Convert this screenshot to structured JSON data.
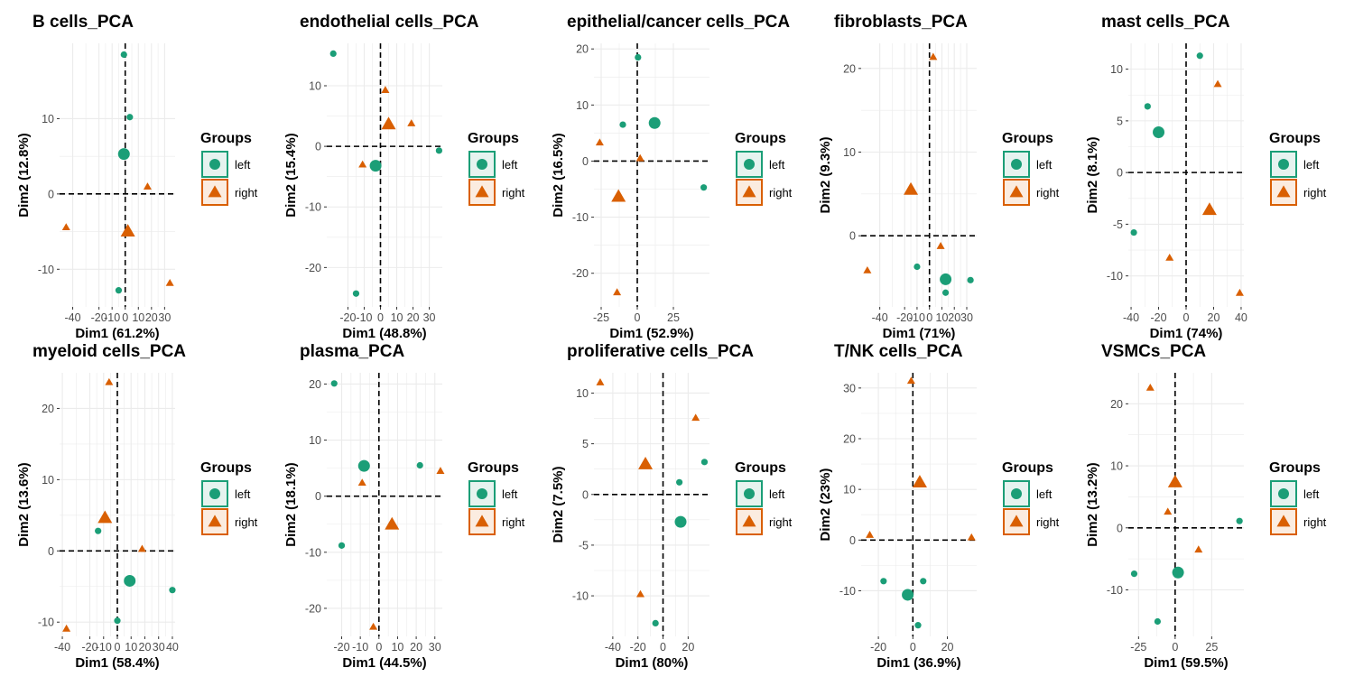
{
  "colors": {
    "left": "#1b9e77",
    "right": "#d95f02",
    "grid": "#ebebeb",
    "left_fill": "#e6f3ef",
    "right_fill": "#fbece0"
  },
  "legend": {
    "title": "Groups",
    "items": [
      {
        "label": "left",
        "shape": "circle"
      },
      {
        "label": "right",
        "shape": "triangle"
      }
    ]
  },
  "chart_data": [
    {
      "type": "scatter",
      "title": "B cells_PCA",
      "xlabel": "Dim1 (61.2%)",
      "ylabel": "Dim2 (12.8%)",
      "xlim": [
        -50,
        38
      ],
      "ylim": [
        -15,
        20
      ],
      "xticks": [
        -40,
        -20,
        -10,
        0,
        10,
        20,
        30
      ],
      "xticklabels": [
        "-40",
        "-20",
        "-10",
        "0",
        "10",
        "20",
        "30"
      ],
      "yticks": [
        -10,
        0,
        10
      ],
      "yticklabels": [
        "-10",
        "0",
        "10"
      ],
      "series": [
        {
          "name": "left",
          "points": [
            [
              -1,
              18.5
            ],
            [
              3.5,
              10.2
            ],
            [
              -5,
              -12.8
            ]
          ],
          "centroid": [
            -1,
            5.3
          ]
        },
        {
          "name": "right",
          "points": [
            [
              17,
              0.9
            ],
            [
              -45,
              -4.5
            ],
            [
              34,
              -11.9
            ]
          ],
          "centroid": [
            2,
            -5.1
          ]
        }
      ]
    },
    {
      "type": "scatter",
      "title": "endothelial cells_PCA",
      "xlabel": "Dim1 (48.8%)",
      "ylabel": "Dim2 (15.4%)",
      "xlim": [
        -33,
        38
      ],
      "ylim": [
        -26.5,
        17
      ],
      "xticks": [
        -20,
        -10,
        0,
        10,
        20,
        30
      ],
      "xticklabels": [
        "-20",
        "-10",
        "0",
        "10",
        "20",
        "30"
      ],
      "yticks": [
        -20,
        -10,
        0,
        10
      ],
      "yticklabels": [
        "-20",
        "-10",
        "0",
        "10"
      ],
      "series": [
        {
          "name": "left",
          "points": [
            [
              -29,
              15.3
            ],
            [
              36,
              -0.7
            ],
            [
              -15,
              -24.3
            ]
          ],
          "centroid": [
            -3,
            -3.2
          ]
        },
        {
          "name": "right",
          "points": [
            [
              3,
              9.2
            ],
            [
              19,
              3.7
            ],
            [
              -11,
              -3.1
            ]
          ],
          "centroid": [
            5,
            3.5
          ]
        }
      ]
    },
    {
      "type": "scatter",
      "title": "epithelial/cancer cells_PCA",
      "xlabel": "Dim1 (52.9%)",
      "ylabel": "Dim2 (16.5%)",
      "xlim": [
        -30,
        50
      ],
      "ylim": [
        -26,
        21
      ],
      "xticks": [
        -25,
        0,
        25
      ],
      "xticklabels": [
        "-25",
        "0",
        "25"
      ],
      "yticks": [
        -20,
        -10,
        0,
        10,
        20
      ],
      "yticklabels": [
        "-20",
        "-10",
        "0",
        "10",
        "20"
      ],
      "series": [
        {
          "name": "left",
          "points": [
            [
              0.5,
              18.5
            ],
            [
              -10,
              6.5
            ],
            [
              46,
              -4.7
            ]
          ],
          "centroid": [
            12,
            6.8
          ]
        },
        {
          "name": "right",
          "points": [
            [
              -26,
              3.2
            ],
            [
              2,
              0.4
            ],
            [
              -14,
              -23.5
            ]
          ],
          "centroid": [
            -13,
            -6.5
          ]
        }
      ]
    },
    {
      "type": "scatter",
      "title": "fibroblasts_PCA",
      "xlabel": "Dim1 (71%)",
      "ylabel": "Dim2 (9.3%)",
      "xlim": [
        -55,
        38
      ],
      "ylim": [
        -8.5,
        23
      ],
      "xticks": [
        -40,
        -20,
        -10,
        0,
        10,
        20,
        30
      ],
      "xticklabels": [
        "-40",
        "-20",
        "-10",
        "0",
        "10",
        "20",
        "30"
      ],
      "yticks": [
        0,
        10,
        20
      ],
      "yticklabels": [
        "0",
        "10",
        "20"
      ],
      "series": [
        {
          "name": "left",
          "points": [
            [
              -10,
              -3.7
            ],
            [
              33,
              -5.3
            ],
            [
              13,
              -6.8
            ]
          ],
          "centroid": [
            13,
            -5.2
          ]
        },
        {
          "name": "right",
          "points": [
            [
              3,
              21.3
            ],
            [
              9,
              -1.3
            ],
            [
              -50,
              -4.2
            ]
          ],
          "centroid": [
            -15,
            5.4
          ]
        }
      ]
    },
    {
      "type": "scatter",
      "title": "mast cells_PCA",
      "xlabel": "Dim1 (74%)",
      "ylabel": "Dim2 (8.1%)",
      "xlim": [
        -42,
        42
      ],
      "ylim": [
        -13,
        12.5
      ],
      "xticks": [
        -40,
        -20,
        0,
        20,
        40
      ],
      "xticklabels": [
        "-40",
        "-20",
        "0",
        "20",
        "40"
      ],
      "yticks": [
        -10,
        -5,
        0,
        5,
        10
      ],
      "yticklabels": [
        "-10",
        "-5",
        "0",
        "5",
        "10"
      ],
      "series": [
        {
          "name": "left",
          "points": [
            [
              10,
              11.3
            ],
            [
              -28,
              6.4
            ],
            [
              -38,
              -5.8
            ]
          ],
          "centroid": [
            -20,
            3.9
          ]
        },
        {
          "name": "right",
          "points": [
            [
              23,
              8.5
            ],
            [
              -12,
              -8.3
            ],
            [
              39,
              -11.7
            ]
          ],
          "centroid": [
            17,
            -3.7
          ]
        }
      ]
    },
    {
      "type": "scatter",
      "title": "myeloid cells_PCA",
      "xlabel": "Dim1 (58.4%)",
      "ylabel": "Dim2 (13.6%)",
      "xlim": [
        -42,
        42
      ],
      "ylim": [
        -12,
        25
      ],
      "xticks": [
        -40,
        -20,
        -10,
        0,
        10,
        20,
        30,
        40
      ],
      "xticklabels": [
        "-40",
        "-20",
        "-10",
        "0",
        "10",
        "20",
        "30",
        "40"
      ],
      "yticks": [
        -10,
        0,
        10,
        20
      ],
      "yticklabels": [
        "-10",
        "0",
        "10",
        "20"
      ],
      "series": [
        {
          "name": "left",
          "points": [
            [
              -14,
              2.8
            ],
            [
              40,
              -5.5
            ],
            [
              0,
              -9.8
            ]
          ],
          "centroid": [
            9,
            -4.2
          ]
        },
        {
          "name": "right",
          "points": [
            [
              -6,
              23.6
            ],
            [
              18,
              0.2
            ],
            [
              -37,
              -11
            ]
          ],
          "centroid": [
            -9,
            4.5
          ]
        }
      ]
    },
    {
      "type": "scatter",
      "title": "plasma_PCA",
      "xlabel": "Dim1 (44.5%)",
      "ylabel": "Dim2 (18.1%)",
      "xlim": [
        -28,
        34
      ],
      "ylim": [
        -25,
        22
      ],
      "xticks": [
        -20,
        -10,
        0,
        10,
        20,
        30
      ],
      "xticklabels": [
        "-20",
        "-10",
        "0",
        "10",
        "20",
        "30"
      ],
      "yticks": [
        -20,
        -10,
        0,
        10,
        20
      ],
      "yticklabels": [
        "-20",
        "-10",
        "0",
        "10",
        "20"
      ],
      "series": [
        {
          "name": "left",
          "points": [
            [
              -24,
              20.1
            ],
            [
              22,
              5.5
            ],
            [
              -20,
              -8.8
            ]
          ],
          "centroid": [
            -8,
            5.4
          ]
        },
        {
          "name": "right",
          "points": [
            [
              33,
              4.4
            ],
            [
              -9,
              2.3
            ],
            [
              -3,
              -23.4
            ]
          ],
          "centroid": [
            7,
            -5.2
          ]
        }
      ]
    },
    {
      "type": "scatter",
      "title": "proliferative cells_PCA",
      "xlabel": "Dim1 (80%)",
      "ylabel": "Dim2 (7.5%)",
      "xlim": [
        -55,
        37
      ],
      "ylim": [
        -14,
        12
      ],
      "xticks": [
        -40,
        -20,
        0,
        20
      ],
      "xticklabels": [
        "-40",
        "-20",
        "0",
        "20"
      ],
      "yticks": [
        -10,
        -5,
        0,
        5,
        10
      ],
      "yticklabels": [
        "-10",
        "-5",
        "0",
        "5",
        "10"
      ],
      "series": [
        {
          "name": "left",
          "points": [
            [
              33,
              3.2
            ],
            [
              13,
              1.2
            ],
            [
              -6,
              -12.7
            ]
          ],
          "centroid": [
            14,
            -2.7
          ]
        },
        {
          "name": "right",
          "points": [
            [
              -50,
              11
            ],
            [
              26,
              7.5
            ],
            [
              -18,
              -9.9
            ]
          ],
          "centroid": [
            -14,
            2.9
          ]
        }
      ]
    },
    {
      "type": "scatter",
      "title": "T/NK cells_PCA",
      "xlabel": "Dim1 (36.9%)",
      "ylabel": "Dim2 (23%)",
      "xlim": [
        -30,
        37
      ],
      "ylim": [
        -19,
        33
      ],
      "xticks": [
        -20,
        0,
        20
      ],
      "xticklabels": [
        "-20",
        "0",
        "20"
      ],
      "yticks": [
        -10,
        0,
        10,
        20,
        30
      ],
      "yticklabels": [
        "-10",
        "0",
        "10",
        "20",
        "30"
      ],
      "series": [
        {
          "name": "left",
          "points": [
            [
              -17,
              -8.1
            ],
            [
              6,
              -8.1
            ],
            [
              3,
              -16.8
            ]
          ],
          "centroid": [
            -3,
            -10.8
          ]
        },
        {
          "name": "right",
          "points": [
            [
              -1,
              31.3
            ],
            [
              -25,
              0.9
            ],
            [
              34,
              0.4
            ]
          ],
          "centroid": [
            4,
            11.2
          ]
        }
      ]
    },
    {
      "type": "scatter",
      "title": "VSMCs_PCA",
      "xlabel": "Dim1 (59.5%)",
      "ylabel": "Dim2 (13.2%)",
      "xlim": [
        -32,
        47
      ],
      "ylim": [
        -17.5,
        25
      ],
      "xticks": [
        -25,
        0,
        25
      ],
      "xticklabels": [
        "-25",
        "0",
        "25"
      ],
      "yticks": [
        -10,
        0,
        10,
        20
      ],
      "yticklabels": [
        "-10",
        "0",
        "10",
        "20"
      ],
      "series": [
        {
          "name": "left",
          "points": [
            [
              44,
              1.1
            ],
            [
              -28,
              -7.4
            ],
            [
              -12,
              -15.1
            ]
          ],
          "centroid": [
            2,
            -7.2
          ]
        },
        {
          "name": "right",
          "points": [
            [
              -17,
              22.5
            ],
            [
              -5,
              2.5
            ],
            [
              16,
              -3.6
            ]
          ],
          "centroid": [
            0,
            7.2
          ]
        }
      ]
    }
  ]
}
